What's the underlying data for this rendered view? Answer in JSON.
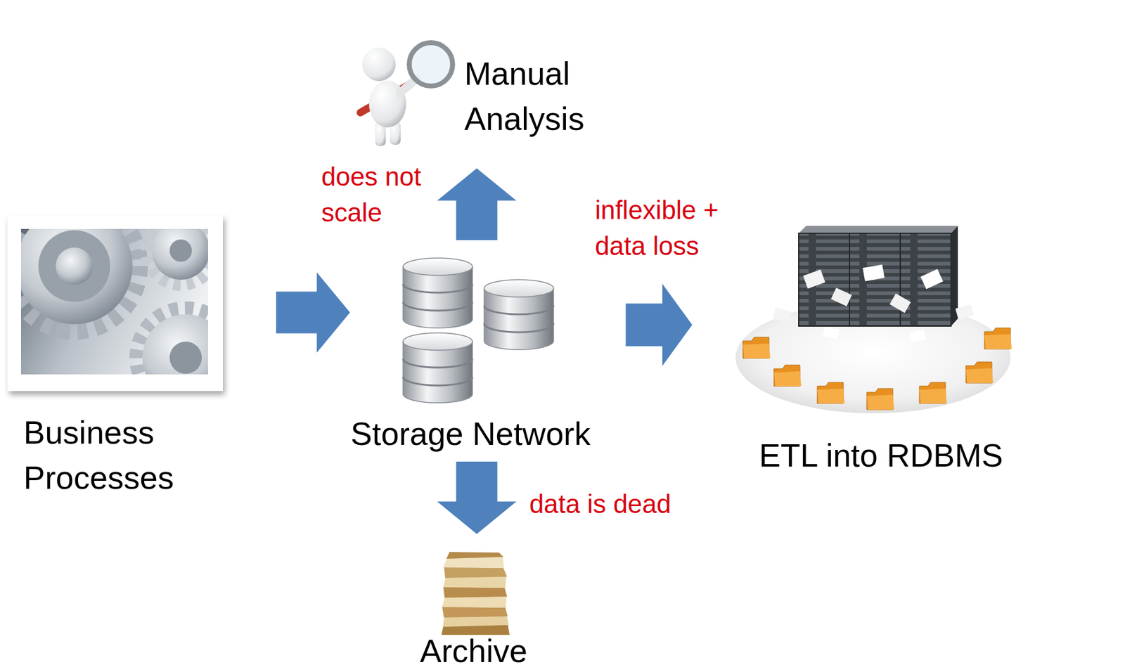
{
  "diagram": {
    "nodes": [
      {
        "text": [
          "Business Processes"
        ]
      },
      {
        "text": [
          "Manual Analysis"
        ]
      },
      {
        "text": [
          "Storage Network"
        ]
      },
      {
        "text": [
          "ETL into RDBMS"
        ]
      },
      {
        "text": [
          "Archive"
        ]
      }
    ],
    "edges": [
      {
        "from": 0,
        "to": 2,
        "arrow": "to"
      },
      {
        "from": 2,
        "to": 1,
        "arrow": "to",
        "label": "does not scale"
      },
      {
        "from": 2,
        "to": 3,
        "arrow": "to",
        "label": "inflexible + data loss"
      },
      {
        "from": 2,
        "to": 4,
        "arrow": "to",
        "label": "data is dead"
      }
    ]
  }
}
